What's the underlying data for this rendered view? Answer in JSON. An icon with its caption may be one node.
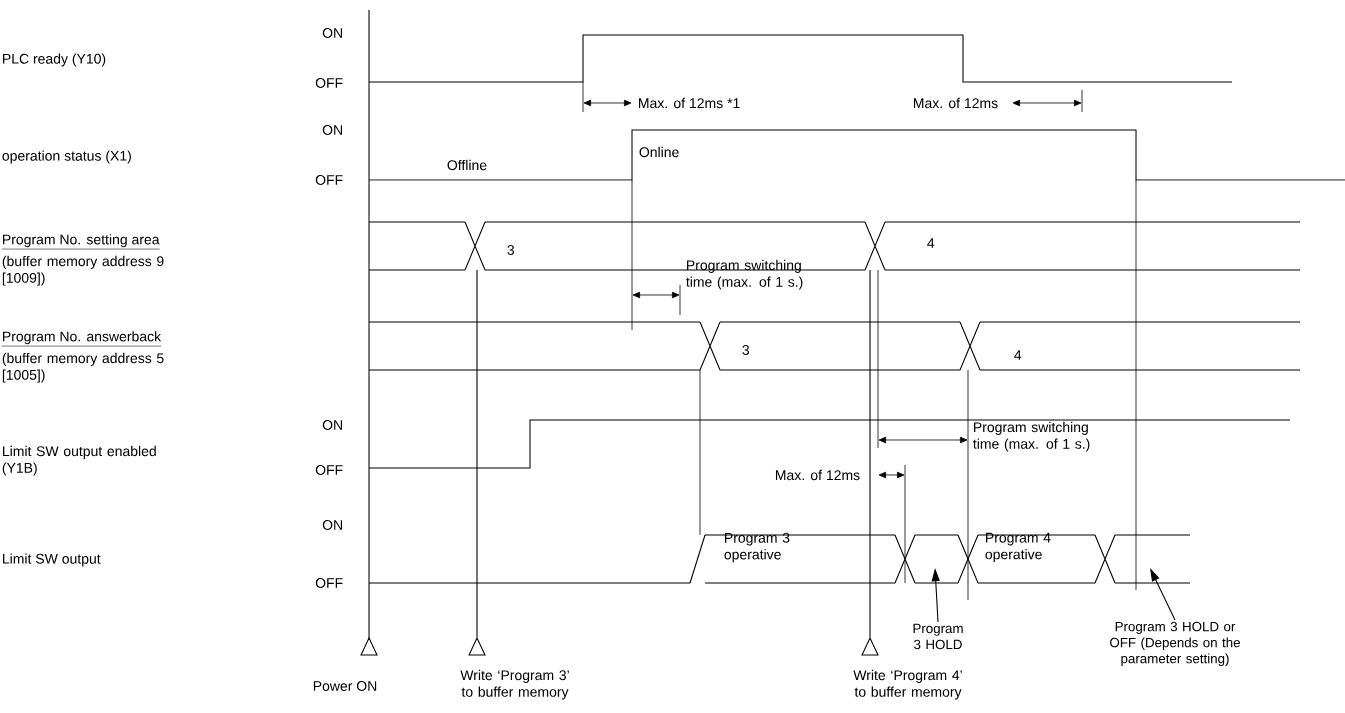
{
  "diagram": {
    "nodes": [
      {
        "text": [
          "Program 3 HOLD"
        ]
      },
      {
        "text": [
          "Program 3 HOLD or OFF (Depends on the parameter setting)"
        ]
      }
    ],
    "edges": [
      {
        "from": 0,
        "to": null,
        "arrow": "to"
      },
      {
        "from": 1,
        "to": null,
        "arrow": "to"
      }
    ],
    "labels": [
      "ON",
      "PLC ready (Y10)",
      "OFF",
      "Max. of 12ms *1",
      "Max. of 12ms",
      "ON",
      "operation status (X1)",
      "Offline",
      "Online",
      "OFF",
      "Program No. setting area",
      "3",
      "4",
      "(buffer memory address 9 [1009])",
      "Program switching time (max. of 1 s.)",
      "Program No. answerback",
      "3",
      "4",
      "(buffer memory address 5 [1005])",
      "Limit SW output enabled (Y1B)",
      "ON",
      "Program switching time (max. of 1 s.)",
      "OFF",
      "Max. of 12ms",
      "ON",
      "Limit SW output",
      "Program 3 operative",
      "Program 4 operative",
      "OFF",
      "Power ON",
      "Write ‘Program 3’ to buffer memory",
      "Write ‘Program 4’ to buffer memory"
    ]
  }
}
